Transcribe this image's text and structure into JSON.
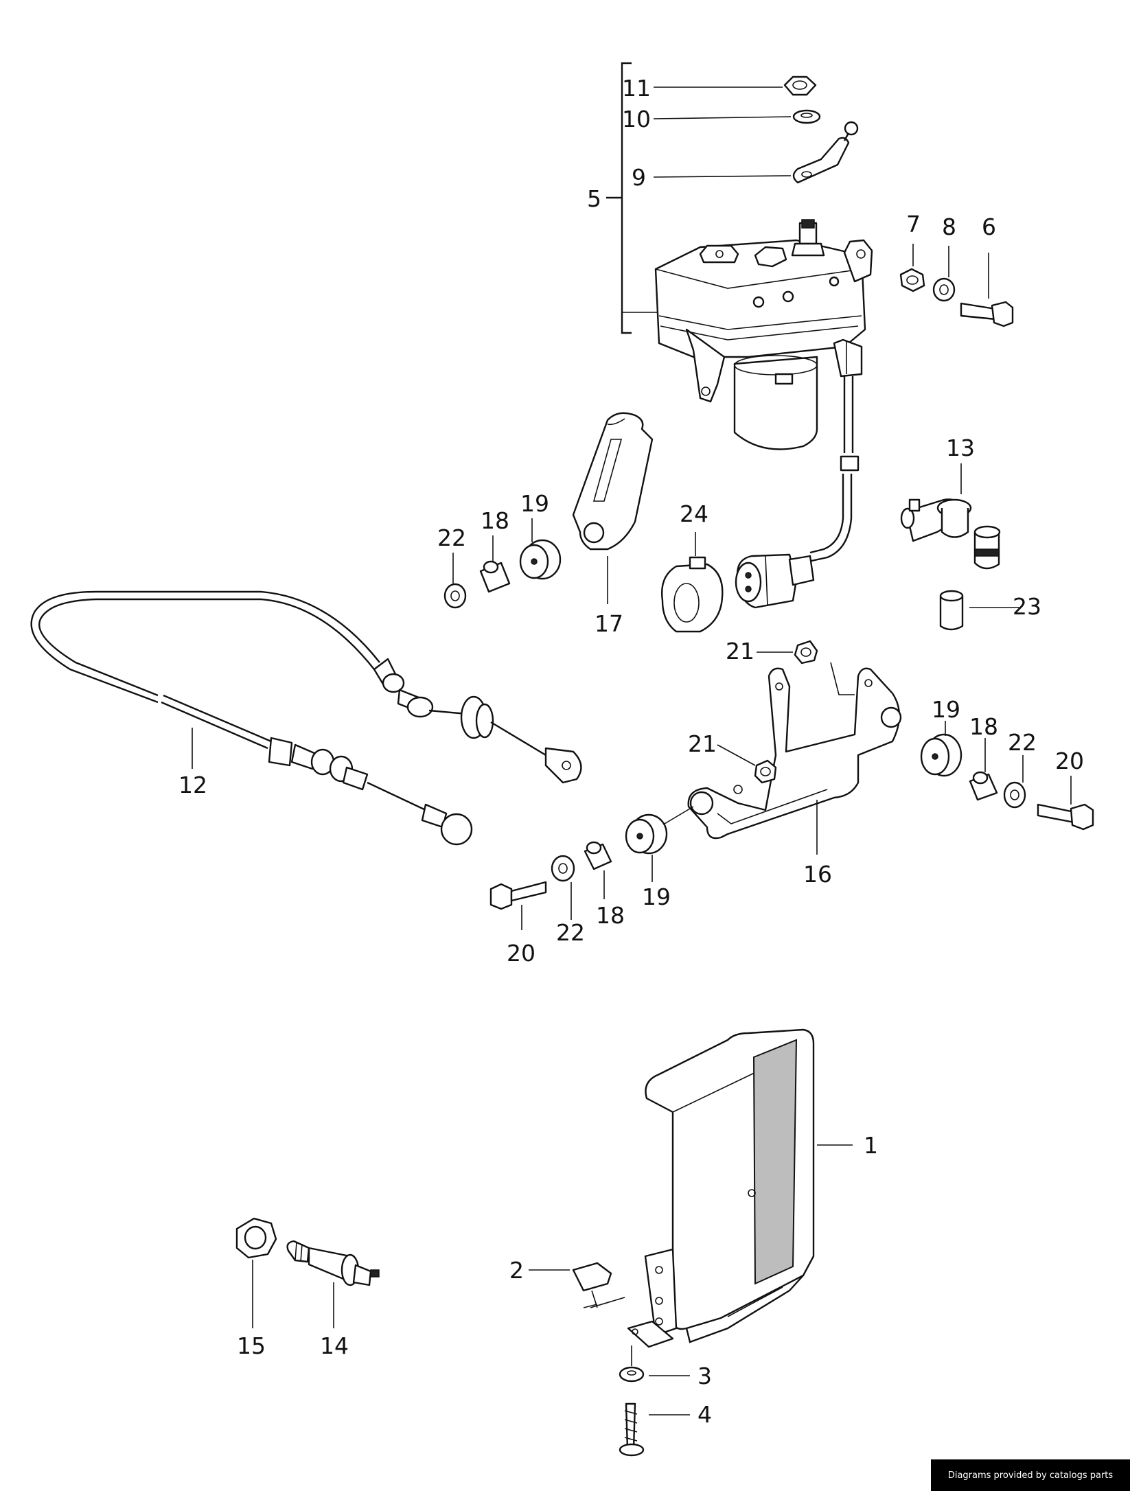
{
  "callouts": {
    "c1": "1",
    "c2": "2",
    "c3": "3",
    "c4": "4",
    "c5": "5",
    "c6": "6",
    "c7": "7",
    "c8": "8",
    "c9": "9",
    "c10": "10",
    "c11": "11",
    "c12": "12",
    "c13": "13",
    "c14": "14",
    "c15": "15",
    "c16": "16",
    "c17": "17",
    "c18a": "18",
    "c18b": "18",
    "c18c": "18",
    "c19a": "19",
    "c19b": "19",
    "c19c": "19",
    "c20a": "20",
    "c20b": "20",
    "c21a": "21",
    "c21b": "21",
    "c22a": "22",
    "c22b": "22",
    "c22c": "22",
    "c23": "23",
    "c24": "24"
  },
  "footer": {
    "credit": "Diagrams provided by catalogs parts"
  }
}
